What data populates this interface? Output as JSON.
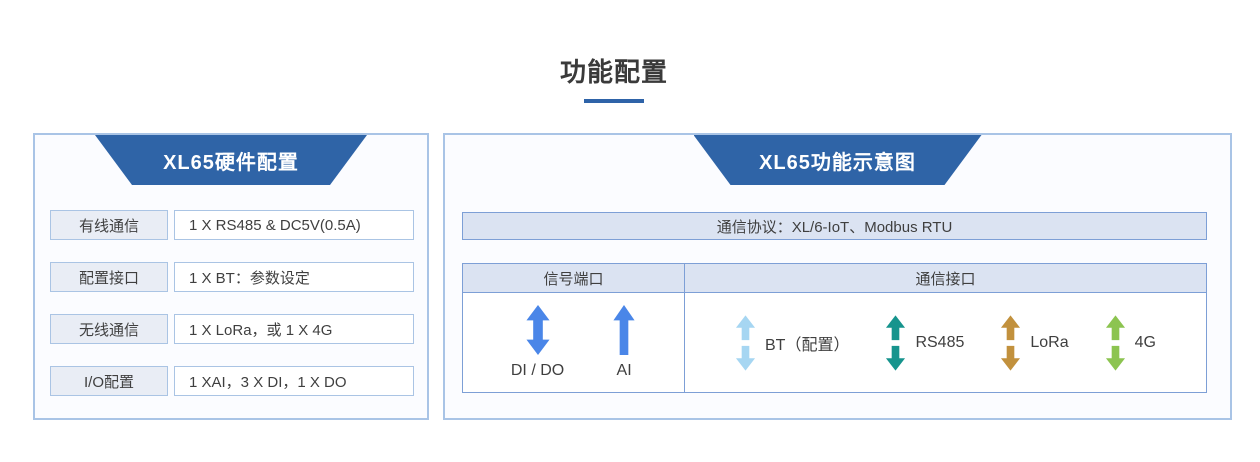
{
  "page": {
    "title": "功能配置"
  },
  "left_panel": {
    "header": "XL65硬件配置",
    "rows": [
      {
        "label": "有线通信",
        "value": "1 X RS485 & DC5V(0.5A)"
      },
      {
        "label": "配置接口",
        "value": "1 X BT：参数设定"
      },
      {
        "label": "无线通信",
        "value": "1 X LoRa，或 1 X 4G"
      },
      {
        "label": "I/O配置",
        "value": "1 XAI，3 X DI，1 X DO"
      }
    ]
  },
  "right_panel": {
    "header": "XL65功能示意图",
    "protocol_bar": "通信协议：XL/6-IoT、Modbus RTU",
    "columns": {
      "signal_header": "信号端口",
      "comm_header": "通信接口"
    },
    "signal_ports": [
      {
        "label": "DI / DO",
        "arrow": "double-arrow",
        "color": "#4a86e8"
      },
      {
        "label": "AI",
        "arrow": "up-arrow",
        "color": "#4a86e8"
      }
    ],
    "comm_interfaces": [
      {
        "label": "BT（配置）",
        "arrow": "split-double-arrow",
        "color": "#a6d6f2"
      },
      {
        "label": "RS485",
        "arrow": "split-double-arrow",
        "color": "#16948d"
      },
      {
        "label": "LoRa",
        "arrow": "split-double-arrow",
        "color": "#c2913d"
      },
      {
        "label": "4G",
        "arrow": "split-double-arrow",
        "color": "#8cc450"
      }
    ]
  },
  "colors": {
    "header_blue": "#2f64a7",
    "title_underline": "#2e63a8",
    "panel_border": "#a9c4e6",
    "cell_border": "#aac4e4",
    "table_border": "#7d9fd6",
    "label_cell_bg": "#e9edf5",
    "bar_bg": "#dbe3f2",
    "text_dark": "#3f3f3f"
  }
}
